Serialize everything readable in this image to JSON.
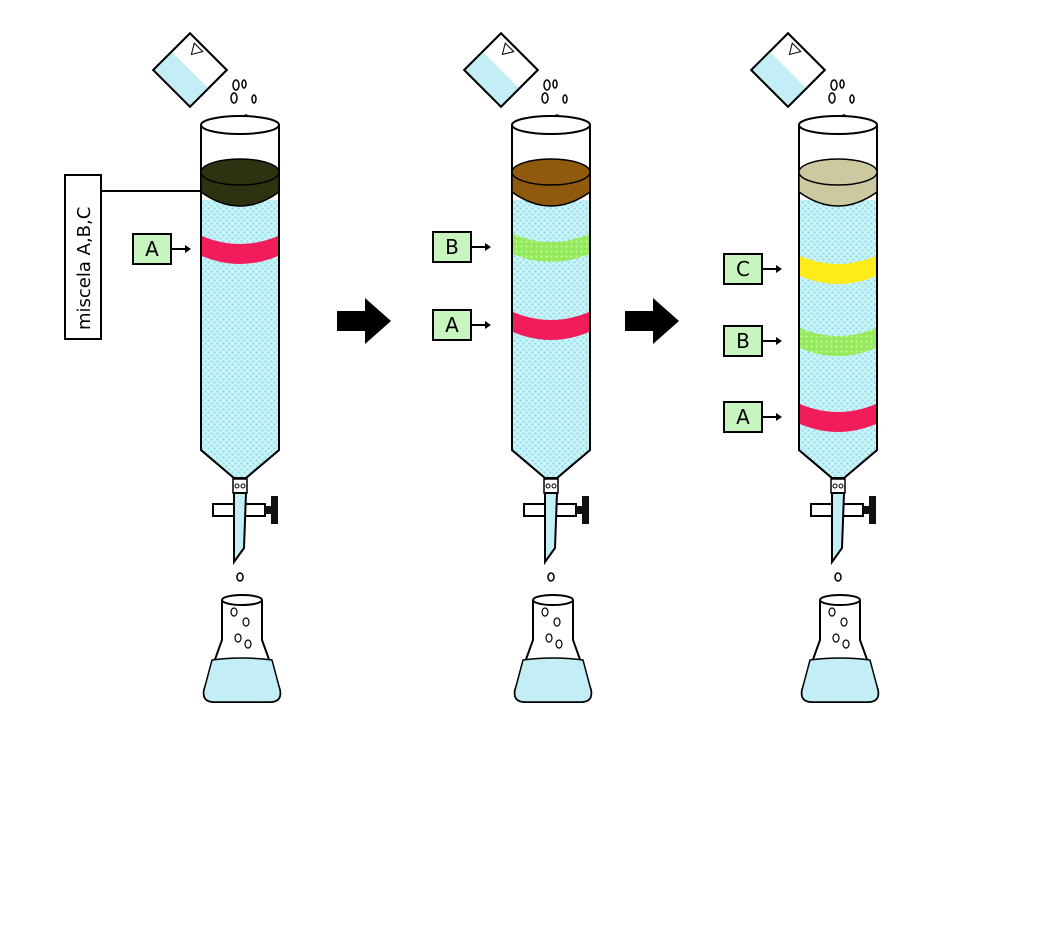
{
  "mixture_label": "miscela A,B,C",
  "colors": {
    "column_fill": "#c8f4f8",
    "column_dots": "#8ed9e8",
    "liquid": "#c4eef6",
    "label_box": "#c8f4c0",
    "band_A": "#f01c5c",
    "band_B": "#94ea5c",
    "band_C": "#ffea1a",
    "mixture_stage1": "#2d3210",
    "mixture_stage2": "#8f5a0e",
    "mixture_stage3": "#ccc8a0",
    "stopcock_knob": "#111111",
    "arrow": "#000000"
  },
  "stages": [
    {
      "id": "stage-1",
      "mixture_color_key": "mixture_stage1",
      "bands": [
        {
          "label": "A",
          "color_key": "band_A"
        }
      ]
    },
    {
      "id": "stage-2",
      "mixture_color_key": "mixture_stage2",
      "bands": [
        {
          "label": "B",
          "color_key": "band_B"
        },
        {
          "label": "A",
          "color_key": "band_A"
        }
      ]
    },
    {
      "id": "stage-3",
      "mixture_color_key": "mixture_stage3",
      "bands": [
        {
          "label": "C",
          "color_key": "band_C"
        },
        {
          "label": "B",
          "color_key": "band_B"
        },
        {
          "label": "A",
          "color_key": "band_A"
        }
      ]
    }
  ],
  "icons": {
    "beaker": "pouring-beaker-icon",
    "flask": "erlenmeyer-flask-icon",
    "stopcock": "stopcock-icon",
    "arrow": "right-arrow-icon"
  }
}
